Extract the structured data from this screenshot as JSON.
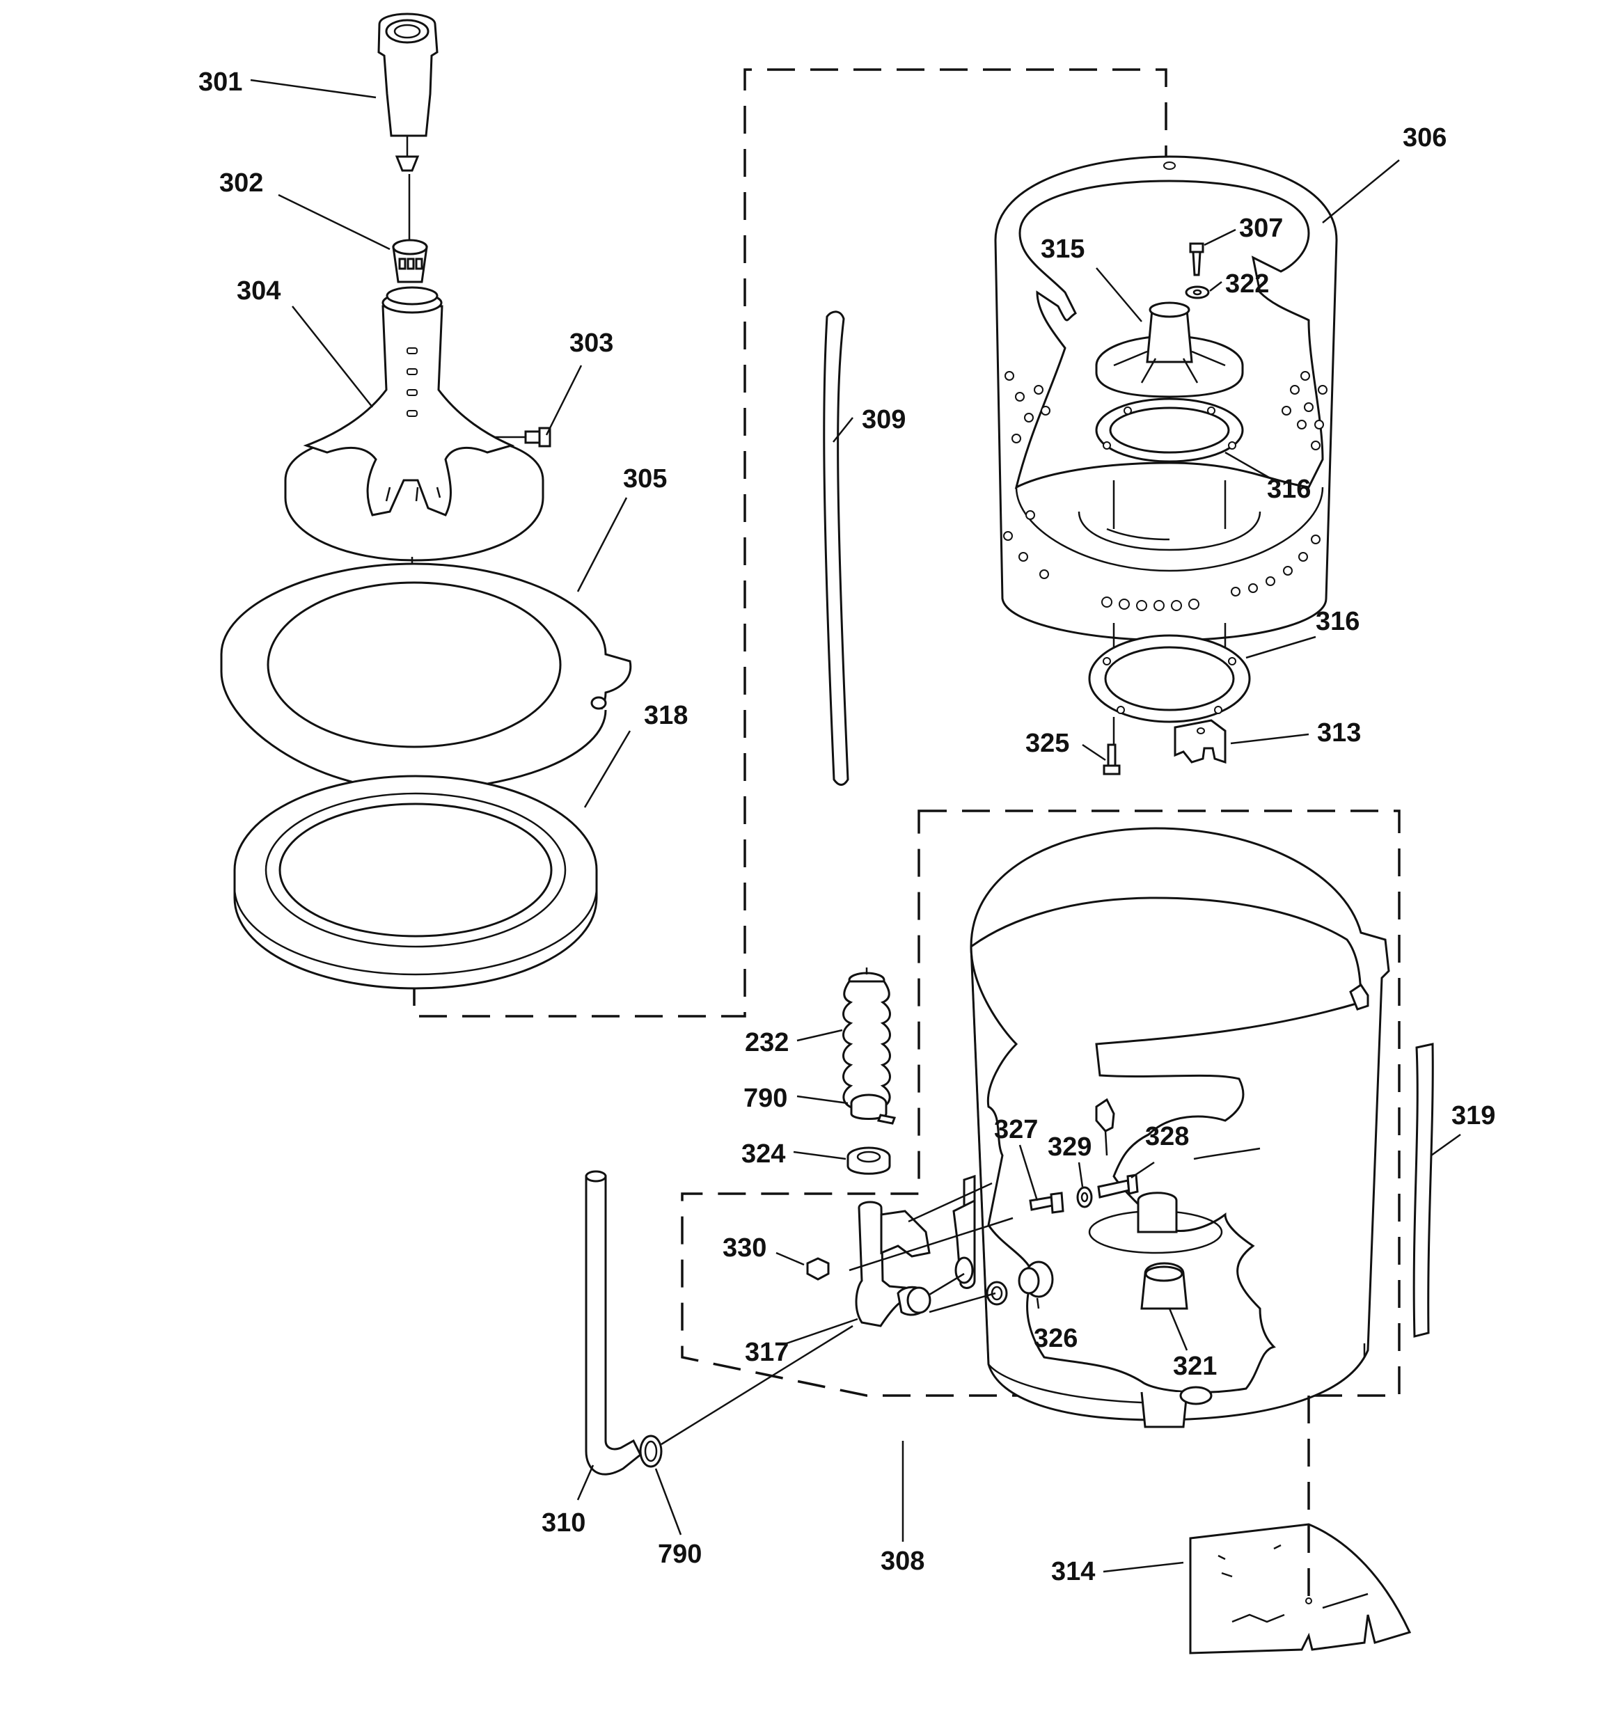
{
  "labels": {
    "301": "301",
    "302": "302",
    "303": "303",
    "304": "304",
    "305": "305",
    "306": "306",
    "307": "307",
    "308": "308",
    "309": "309",
    "310": "310",
    "313": "313",
    "314": "314",
    "315": "315",
    "316a": "316",
    "316b": "316",
    "317": "317",
    "318": "318",
    "319": "319",
    "321": "321",
    "322": "322",
    "324": "324",
    "325": "325",
    "326": "326",
    "327": "327",
    "328": "328",
    "329": "329",
    "330": "330",
    "232": "232",
    "790a": "790",
    "790b": "790"
  }
}
